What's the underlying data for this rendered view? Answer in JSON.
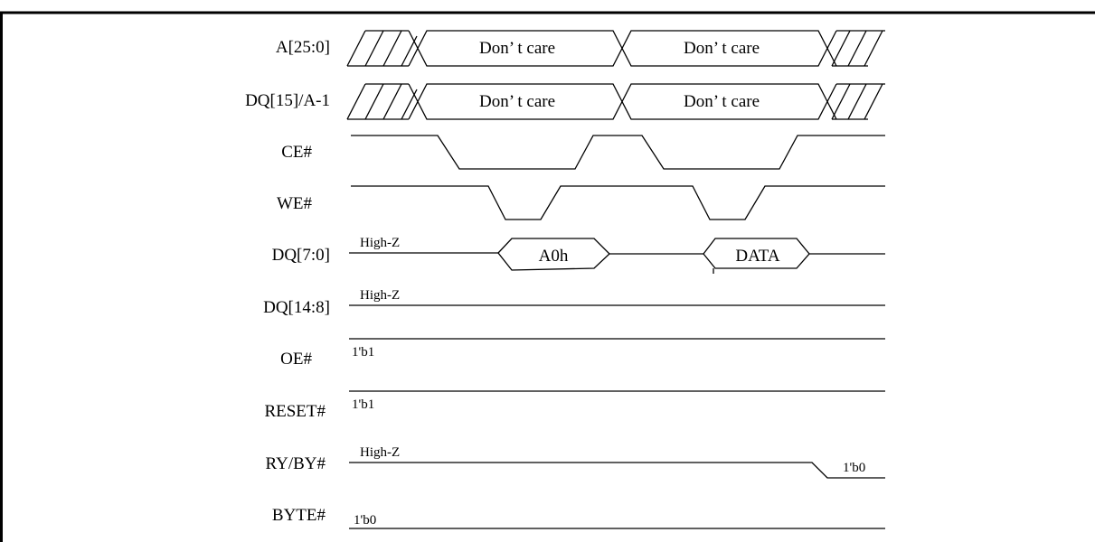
{
  "signals": {
    "a_bus": "A[25:0]",
    "dq15": "DQ[15]/A-1",
    "ce": "CE#",
    "we": "WE#",
    "dq7_0": "DQ[7:0]",
    "dq14_8": "DQ[14:8]",
    "oe": "OE#",
    "reset": "RESET#",
    "ryby": "RY/BY#",
    "byte": "BYTE#"
  },
  "values": {
    "a_bus_seg1": "Don’ t care",
    "a_bus_seg2": "Don’ t care",
    "dq15_seg1": "Don’ t care",
    "dq15_seg2": "Don’ t care",
    "dq7_0_state": "High-Z",
    "dq7_0_cmd": "A0h",
    "dq7_0_data": "DATA",
    "dq14_8_state": "High-Z",
    "oe_state": "1'b1",
    "reset_state": "1'b1",
    "ryby_state": "High-Z",
    "ryby_end": "1'b0",
    "byte_state": "1'b0"
  }
}
